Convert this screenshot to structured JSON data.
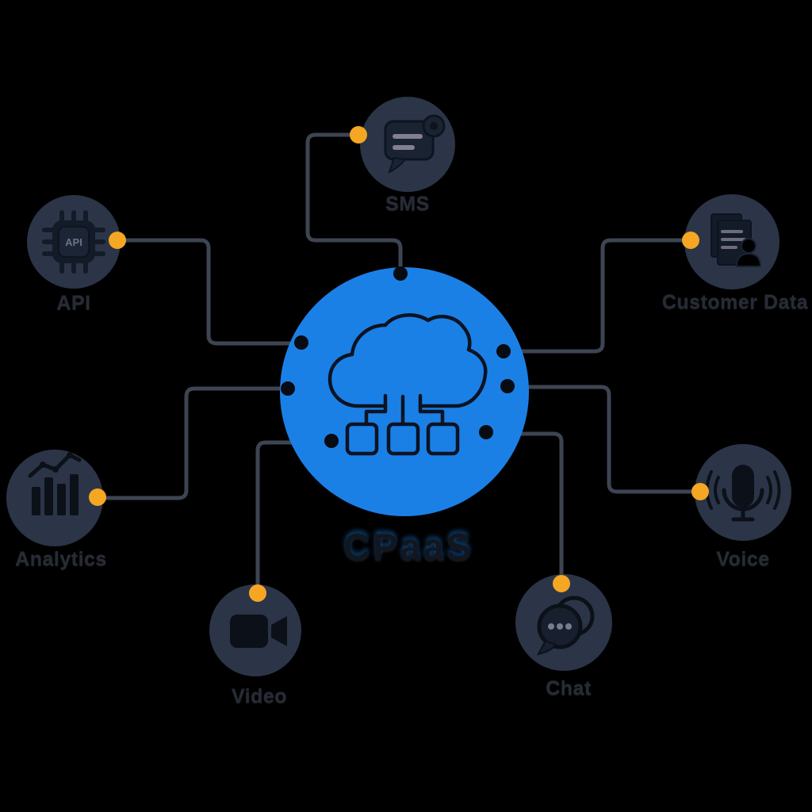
{
  "diagram": {
    "title": "CPaaS platform diagram",
    "background_color": "#000000",
    "colors": {
      "hub_blue": "#1b80e6",
      "node_navy": "#2b3547",
      "connector_gray": "#3d4452",
      "anchor_orange": "#f5a623",
      "hub_dot_black": "#070b12",
      "label_dark": "#262b35"
    },
    "hub": {
      "label": "CPaaS",
      "icon": "cloud-network-icon"
    },
    "nodes": [
      {
        "id": "sms",
        "label": "SMS",
        "icon": "sms-message-bubble-icon"
      },
      {
        "id": "api",
        "label": "API",
        "icon": "api-chip-icon",
        "chip_text": "API"
      },
      {
        "id": "customer-data",
        "label": "Customer Data",
        "icon": "customer-document-person-icon"
      },
      {
        "id": "analytics",
        "label": "Analytics",
        "icon": "bar-chart-trend-icon"
      },
      {
        "id": "voice",
        "label": "Voice",
        "icon": "microphone-waves-icon"
      },
      {
        "id": "video",
        "label": "Video",
        "icon": "video-camera-icon"
      },
      {
        "id": "chat",
        "label": "Chat",
        "icon": "chat-bubbles-ellipsis-icon"
      }
    ]
  }
}
